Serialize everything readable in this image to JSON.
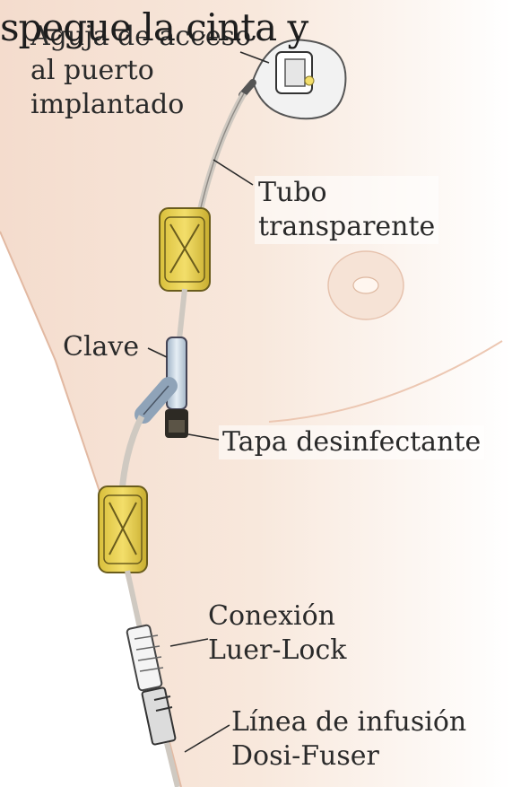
{
  "overlay_caption": "spegue la cinta y",
  "labels": {
    "needle": [
      "Aguja de acceso",
      "al puerto",
      "implantado"
    ],
    "tube": [
      "Tubo",
      "transparente"
    ],
    "clave": "Clave",
    "cap": "Tapa desinfectante",
    "luer": [
      "Conexión",
      "Luer-Lock"
    ],
    "line": [
      "Línea de infusión",
      "Dosi-Fuser"
    ]
  },
  "colors": {
    "skin_light": "#fbf1e9",
    "skin_mid": "#f4dccd",
    "clamp_yellow": "#f3de6a",
    "clamp_edge": "#8a7a2a",
    "tube": "#d8d3cc",
    "clave_blue": "#b9c8d8",
    "cap_dark": "#2d2a24"
  }
}
